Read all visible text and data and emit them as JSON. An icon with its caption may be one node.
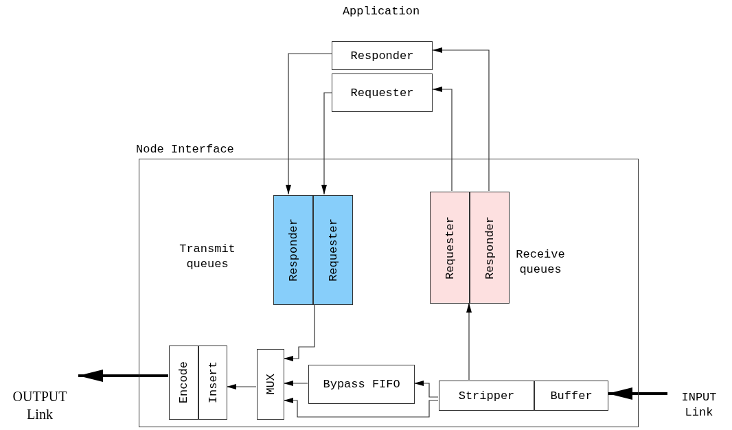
{
  "diagram": {
    "nodes": [
      {
        "text": [
          "Responder"
        ]
      },
      {
        "text": [
          "Requester"
        ]
      },
      {
        "text": [
          "Node Interface"
        ]
      },
      {
        "text": [
          "Responder"
        ],
        "in": 2
      },
      {
        "text": [
          "Requester"
        ],
        "in": 2
      },
      {
        "text": [
          "Requester"
        ],
        "in": 2
      },
      {
        "text": [
          "Responder"
        ],
        "in": 2
      },
      {
        "text": [
          "Encode"
        ],
        "in": 2
      },
      {
        "text": [
          "Insert"
        ],
        "in": 2
      },
      {
        "text": [
          "MUX"
        ],
        "in": 2
      },
      {
        "text": [
          "Bypass FIFO"
        ],
        "in": 2
      },
      {
        "text": [
          "Stripper"
        ],
        "in": 2
      },
      {
        "text": [
          "Buffer"
        ],
        "in": 2
      },
      {
        "text": [
          "OUTPUT Link"
        ]
      },
      {
        "text": [
          "INPUT Link"
        ]
      }
    ],
    "edges": [
      {
        "from": 0,
        "to": 3,
        "arrow": "to"
      },
      {
        "from": 1,
        "to": 4,
        "arrow": "to"
      },
      {
        "from": 5,
        "to": 1,
        "arrow": "to"
      },
      {
        "from": 6,
        "to": 0,
        "arrow": "to"
      },
      {
        "from": 4,
        "to": 9,
        "arrow": "to"
      },
      {
        "from": 10,
        "to": 9,
        "arrow": "to"
      },
      {
        "from": 11,
        "to": 10,
        "arrow": "to"
      },
      {
        "from": 11,
        "to": 9,
        "arrow": "to"
      },
      {
        "from": 11,
        "to": 5,
        "arrow": "to"
      },
      {
        "from": 9,
        "to": 8,
        "arrow": "to"
      },
      {
        "from": 7,
        "to": 13,
        "arrow": "to",
        "style": "thick"
      },
      {
        "from": 14,
        "to": 12,
        "arrow": "to",
        "style": "thick"
      }
    ],
    "labels": [
      "Application",
      "Transmit queues",
      "Receive queues"
    ]
  }
}
